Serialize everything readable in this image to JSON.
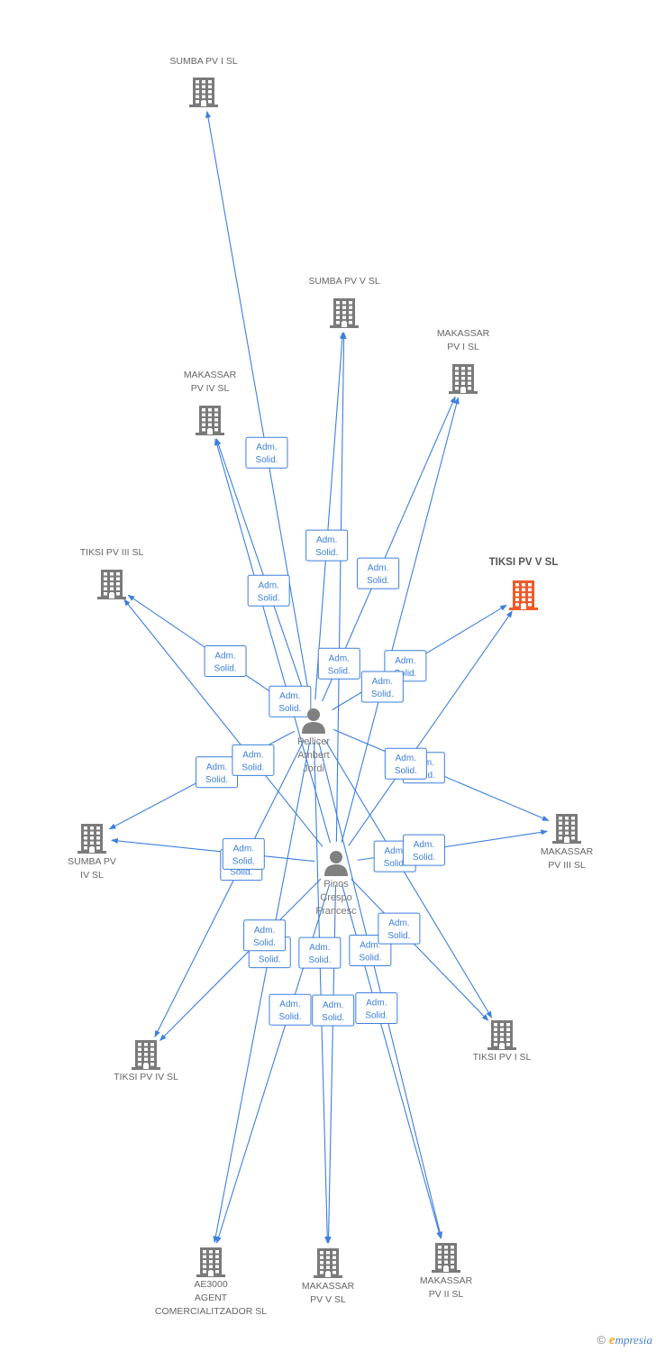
{
  "colors": {
    "edge": "#3d7fdc",
    "company": "#7a7a7a",
    "focus_company": "#f05a28",
    "person": "#808080"
  },
  "relation_label": [
    "Adm.",
    "Solid."
  ],
  "people": [
    {
      "id": "pellicer",
      "lines": [
        "Pellicer",
        "Ambert",
        "Jordi"
      ],
      "icon": "person-icon"
    },
    {
      "id": "pinos",
      "lines": [
        "Pinos",
        "Crespo",
        "Francesc"
      ],
      "icon": "person-icon"
    }
  ],
  "companies": [
    {
      "id": "sumba1",
      "lines": [
        "SUMBA PV I SL"
      ],
      "icon": "building-icon"
    },
    {
      "id": "sumba5",
      "lines": [
        "SUMBA PV V SL"
      ],
      "icon": "building-icon"
    },
    {
      "id": "mak1",
      "lines": [
        "MAKASSAR",
        "PV I SL"
      ],
      "icon": "building-icon"
    },
    {
      "id": "mak4",
      "lines": [
        "MAKASSAR",
        "PV IV SL"
      ],
      "icon": "building-icon"
    },
    {
      "id": "tiksi3",
      "lines": [
        "TIKSI PV III SL"
      ],
      "icon": "building-icon"
    },
    {
      "id": "tiksi5",
      "lines": [
        "TIKSI PV V SL"
      ],
      "icon": "building-icon",
      "focus": true
    },
    {
      "id": "sumba4",
      "lines": [
        "SUMBA PV",
        "IV SL"
      ],
      "icon": "building-icon"
    },
    {
      "id": "mak3",
      "lines": [
        "MAKASSAR",
        "PV III SL"
      ],
      "icon": "building-icon"
    },
    {
      "id": "tiksi1",
      "lines": [
        "TIKSI PV I SL"
      ],
      "icon": "building-icon"
    },
    {
      "id": "tiksi4",
      "lines": [
        "TIKSI PV IV SL"
      ],
      "icon": "building-icon"
    },
    {
      "id": "ae3000",
      "lines": [
        "AE3000",
        "AGENT",
        "COMERCIALITZADOR SL"
      ],
      "icon": "building-icon"
    },
    {
      "id": "mak5",
      "lines": [
        "MAKASSAR",
        "PV V SL"
      ],
      "icon": "building-icon"
    },
    {
      "id": "mak2",
      "lines": [
        "MAKASSAR",
        "PV II SL"
      ],
      "icon": "building-icon"
    }
  ],
  "relations": [
    {
      "from": "pellicer",
      "to": "sumba1"
    },
    {
      "from": "pellicer",
      "to": "sumba5"
    },
    {
      "from": "pellicer",
      "to": "mak1"
    },
    {
      "from": "pellicer",
      "to": "mak4"
    },
    {
      "from": "pellicer",
      "to": "tiksi3"
    },
    {
      "from": "pellicer",
      "to": "tiksi5"
    },
    {
      "from": "pellicer",
      "to": "sumba4"
    },
    {
      "from": "pellicer",
      "to": "mak3"
    },
    {
      "from": "pellicer",
      "to": "tiksi1"
    },
    {
      "from": "pellicer",
      "to": "tiksi4"
    },
    {
      "from": "pellicer",
      "to": "ae3000"
    },
    {
      "from": "pellicer",
      "to": "mak5"
    },
    {
      "from": "pellicer",
      "to": "mak2"
    },
    {
      "from": "pinos",
      "to": "sumba5"
    },
    {
      "from": "pinos",
      "to": "mak1"
    },
    {
      "from": "pinos",
      "to": "mak4"
    },
    {
      "from": "pinos",
      "to": "tiksi3"
    },
    {
      "from": "pinos",
      "to": "tiksi5"
    },
    {
      "from": "pinos",
      "to": "sumba4"
    },
    {
      "from": "pinos",
      "to": "mak3"
    },
    {
      "from": "pinos",
      "to": "tiksi1"
    },
    {
      "from": "pinos",
      "to": "tiksi4"
    },
    {
      "from": "pinos",
      "to": "ae3000"
    },
    {
      "from": "pinos",
      "to": "mak5"
    },
    {
      "from": "pinos",
      "to": "mak2"
    }
  ],
  "footer": {
    "copyright": "©",
    "brand_initial": "e",
    "brand_rest": "mpresia"
  }
}
